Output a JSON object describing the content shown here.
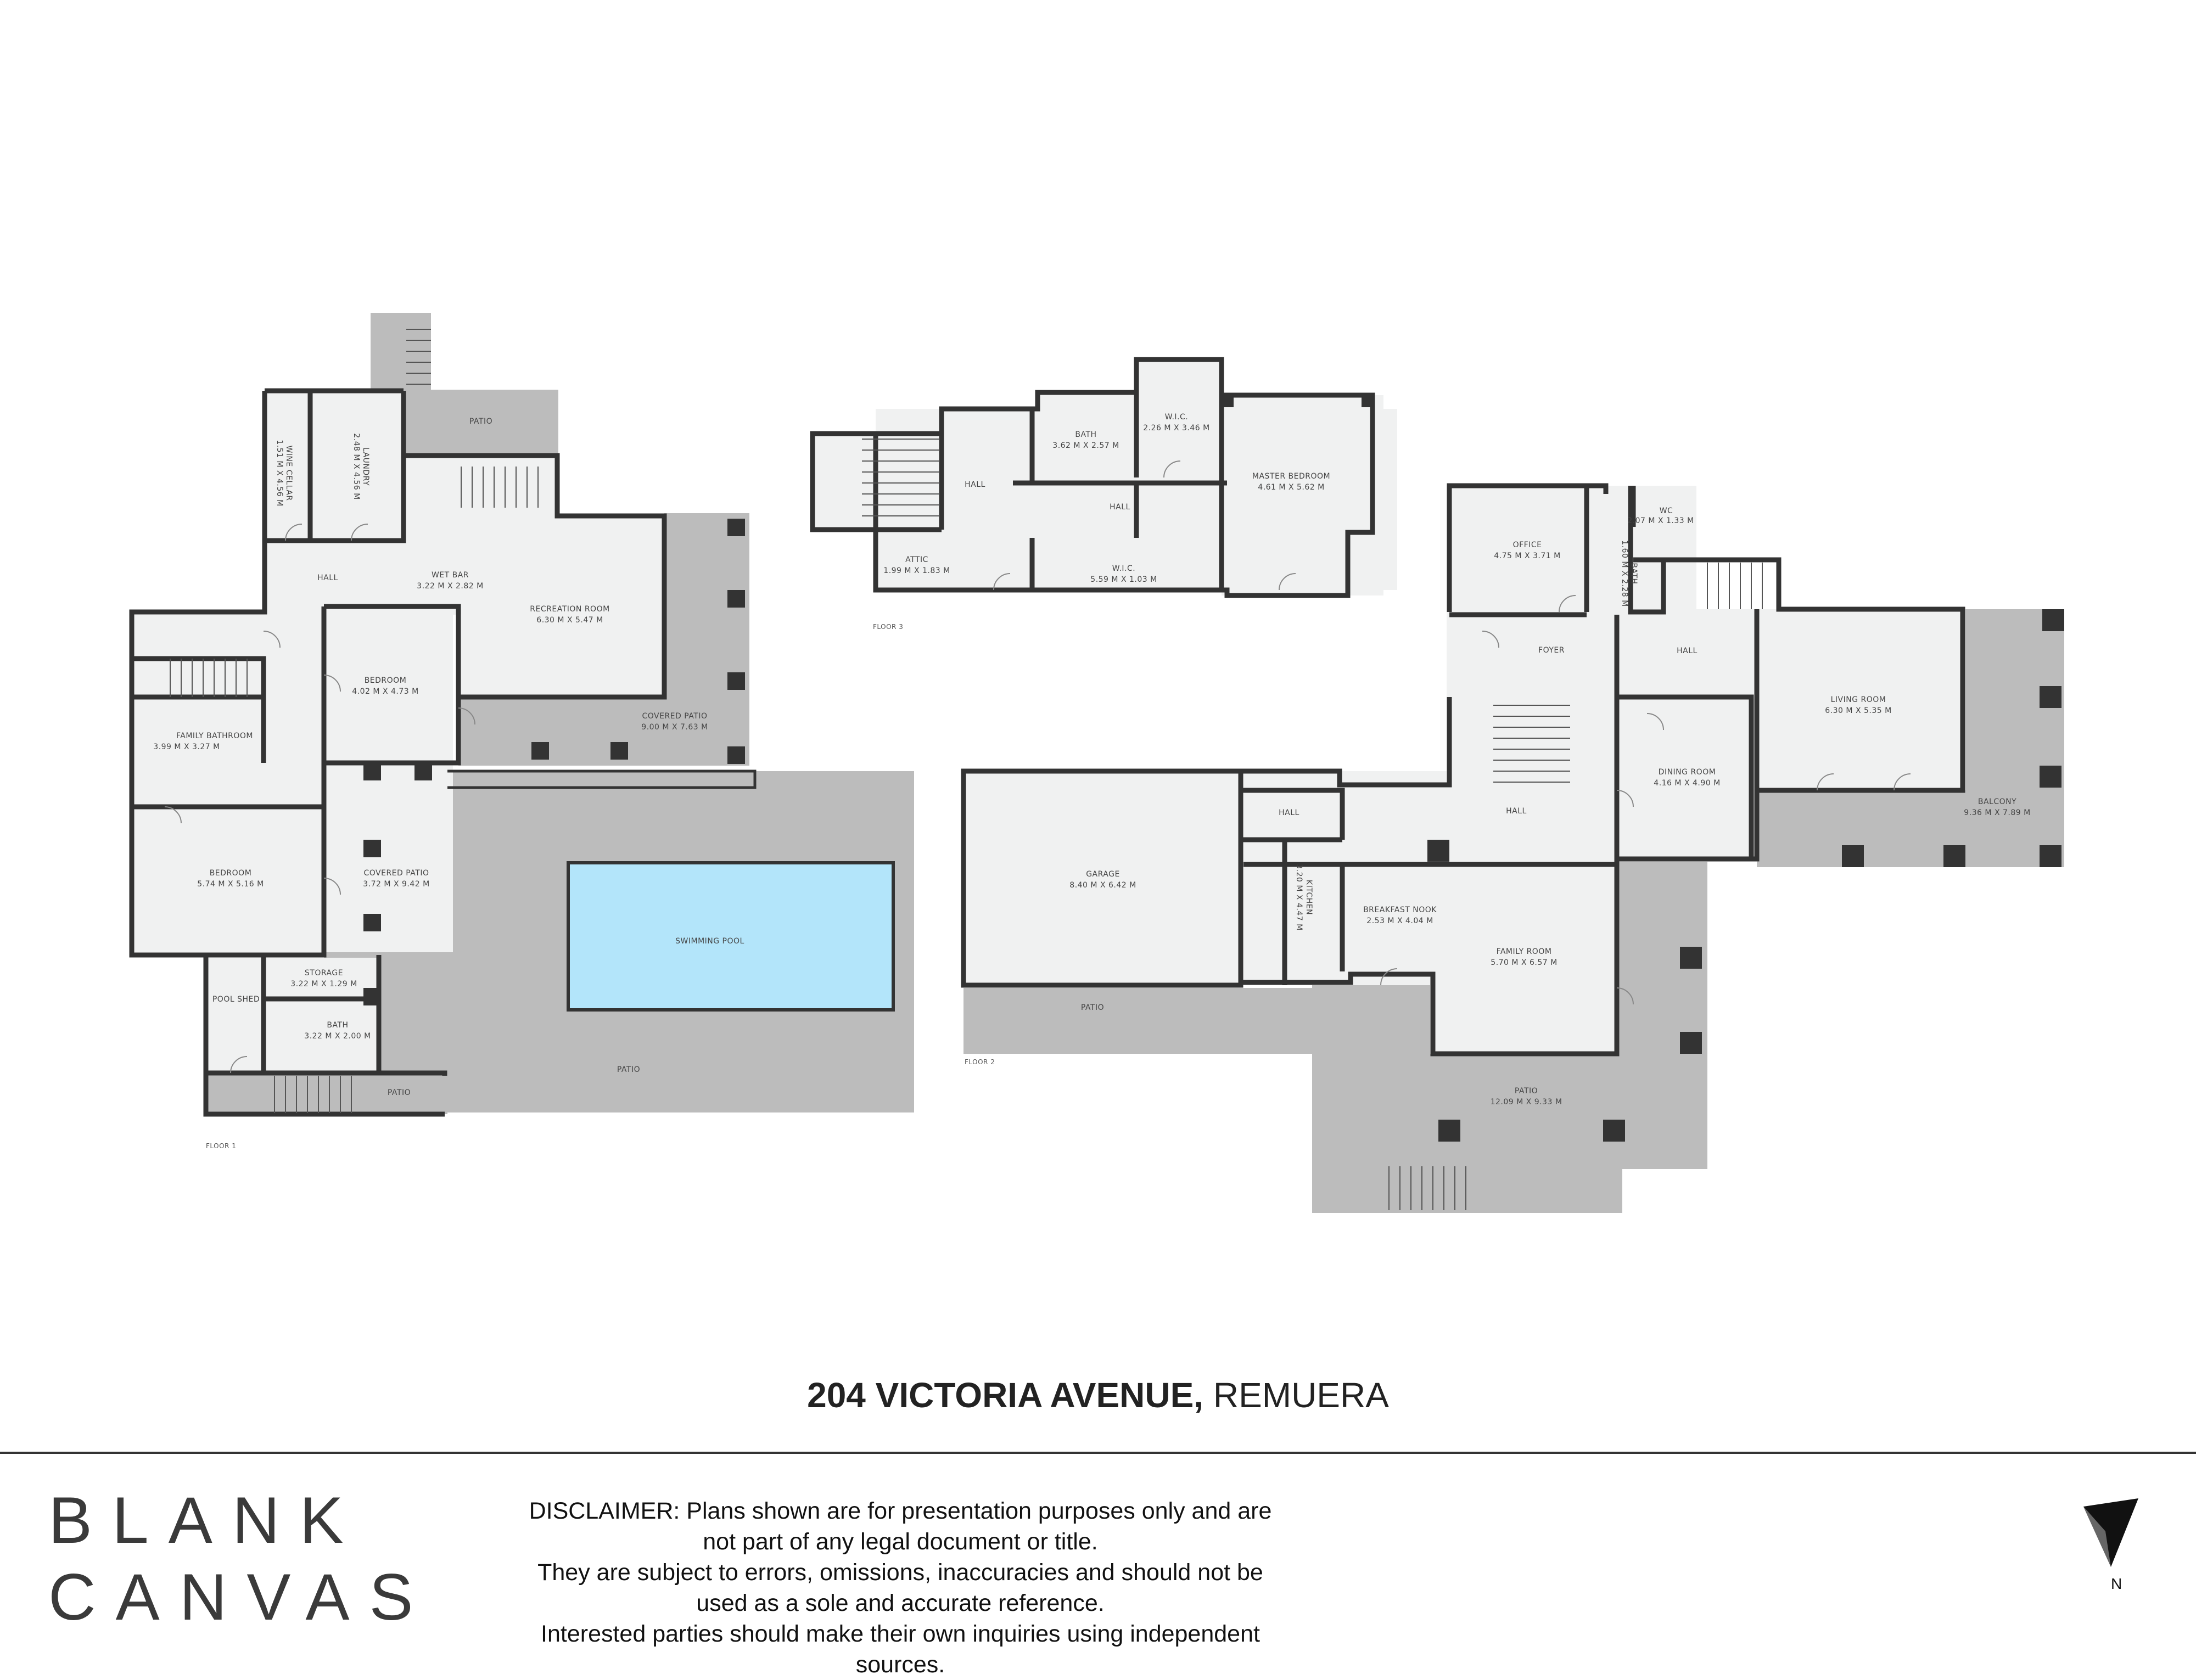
{
  "floors": {
    "floor1": {
      "label": "FLOOR 1",
      "rooms": [
        {
          "name": "PATIO",
          "dims": ""
        },
        {
          "name": "WINE CELLAR",
          "dims": "1.51 M X 4.56 M"
        },
        {
          "name": "LAUNDRY",
          "dims": "2.48 M X 4.56 M"
        },
        {
          "name": "HALL",
          "dims": ""
        },
        {
          "name": "WET BAR",
          "dims": "3.22 M X 2.82 M"
        },
        {
          "name": "RECREATION ROOM",
          "dims": "6.30 M X 5.47 M"
        },
        {
          "name": "BEDROOM",
          "dims": "4.02 M X 4.73 M"
        },
        {
          "name": "COVERED PATIO",
          "dims": "9.00 M X 7.63 M"
        },
        {
          "name": "FAMILY BATHROOM",
          "dims": "3.99 M X 3.27 M"
        },
        {
          "name": "BEDROOM",
          "dims": "5.74 M X 5.16 M"
        },
        {
          "name": "COVERED PATIO",
          "dims": "3.72 M X 9.42 M"
        },
        {
          "name": "SWIMMING POOL",
          "dims": ""
        },
        {
          "name": "POOL SHED",
          "dims": ""
        },
        {
          "name": "STORAGE",
          "dims": "3.22 M X 1.29 M"
        },
        {
          "name": "BATH",
          "dims": "3.22 M X 2.00 M"
        },
        {
          "name": "PATIO",
          "dims": ""
        },
        {
          "name": "PATIO",
          "dims": ""
        }
      ]
    },
    "floor2": {
      "label": "FLOOR 2",
      "rooms": [
        {
          "name": "OFFICE",
          "dims": "4.75 M X 3.71 M"
        },
        {
          "name": "WC",
          "dims": "2.07 M X 1.33 M"
        },
        {
          "name": "BATH",
          "dims": "1.60 M X 2.28 M"
        },
        {
          "name": "FOYER",
          "dims": ""
        },
        {
          "name": "HALL",
          "dims": ""
        },
        {
          "name": "LIVING ROOM",
          "dims": "6.30 M X 5.35 M"
        },
        {
          "name": "DINING ROOM",
          "dims": "4.16 M X 4.90 M"
        },
        {
          "name": "BALCONY",
          "dims": "9.36 M X 7.89 M"
        },
        {
          "name": "HALL",
          "dims": ""
        },
        {
          "name": "HALL",
          "dims": ""
        },
        {
          "name": "GARAGE",
          "dims": "8.40 M X 6.42 M"
        },
        {
          "name": "BREAKFAST NOOK",
          "dims": "2.53 M X 4.04 M"
        },
        {
          "name": "KITCHEN",
          "dims": "3.20 M X 4.47 M"
        },
        {
          "name": "FAMILY ROOM",
          "dims": "5.70 M X 6.57 M"
        },
        {
          "name": "PATIO",
          "dims": ""
        },
        {
          "name": "PATIO",
          "dims": "12.09 M X 9.33 M"
        }
      ]
    },
    "floor3": {
      "label": "FLOOR 3",
      "rooms": [
        {
          "name": "HALL",
          "dims": ""
        },
        {
          "name": "BATH",
          "dims": "3.62 M X 2.57 M"
        },
        {
          "name": "W.I.C.",
          "dims": "2.26 M X 3.46 M"
        },
        {
          "name": "MASTER BEDROOM",
          "dims": "4.61 M X 5.62 M"
        },
        {
          "name": "HALL",
          "dims": ""
        },
        {
          "name": "ATTIC",
          "dims": "1.99 M X 1.83 M"
        },
        {
          "name": "W.I.C.",
          "dims": "5.59 M X 1.03 M"
        }
      ]
    }
  },
  "address": {
    "street": "204 VICTORIA AVENUE,",
    "suburb": "REMUERA"
  },
  "logo": {
    "line1": "BLANK",
    "line2": "CANVAS"
  },
  "disclaimer": {
    "line1": "DISCLAIMER: Plans shown are for presentation purposes only and are not part of any legal document or title.",
    "line2": "They are subject to errors, omissions, inaccuracies and should not be used as a sole and accurate reference.",
    "line3": "Interested parties should make their own inquiries using independent sources."
  },
  "compass": {
    "label": "N",
    "icon": "north-arrow-icon"
  },
  "colors": {
    "wall": "#333333",
    "room_fill": "#f0f1f1",
    "outdoor_fill": "#bcbcbc",
    "pool_fill": "#b3e5fa"
  }
}
